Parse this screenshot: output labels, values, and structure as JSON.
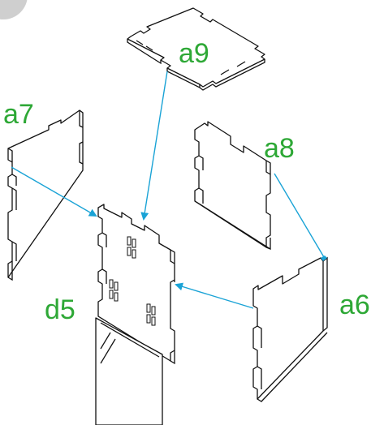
{
  "labels": {
    "a9": "a9",
    "a7": "a7",
    "a8": "a8",
    "d5": "d5",
    "a6": "a6"
  },
  "colors": {
    "label": "#2ea836",
    "arrow": "#1aa3d6",
    "outline": "#111111",
    "corner_badge": "#cfcfcf"
  }
}
